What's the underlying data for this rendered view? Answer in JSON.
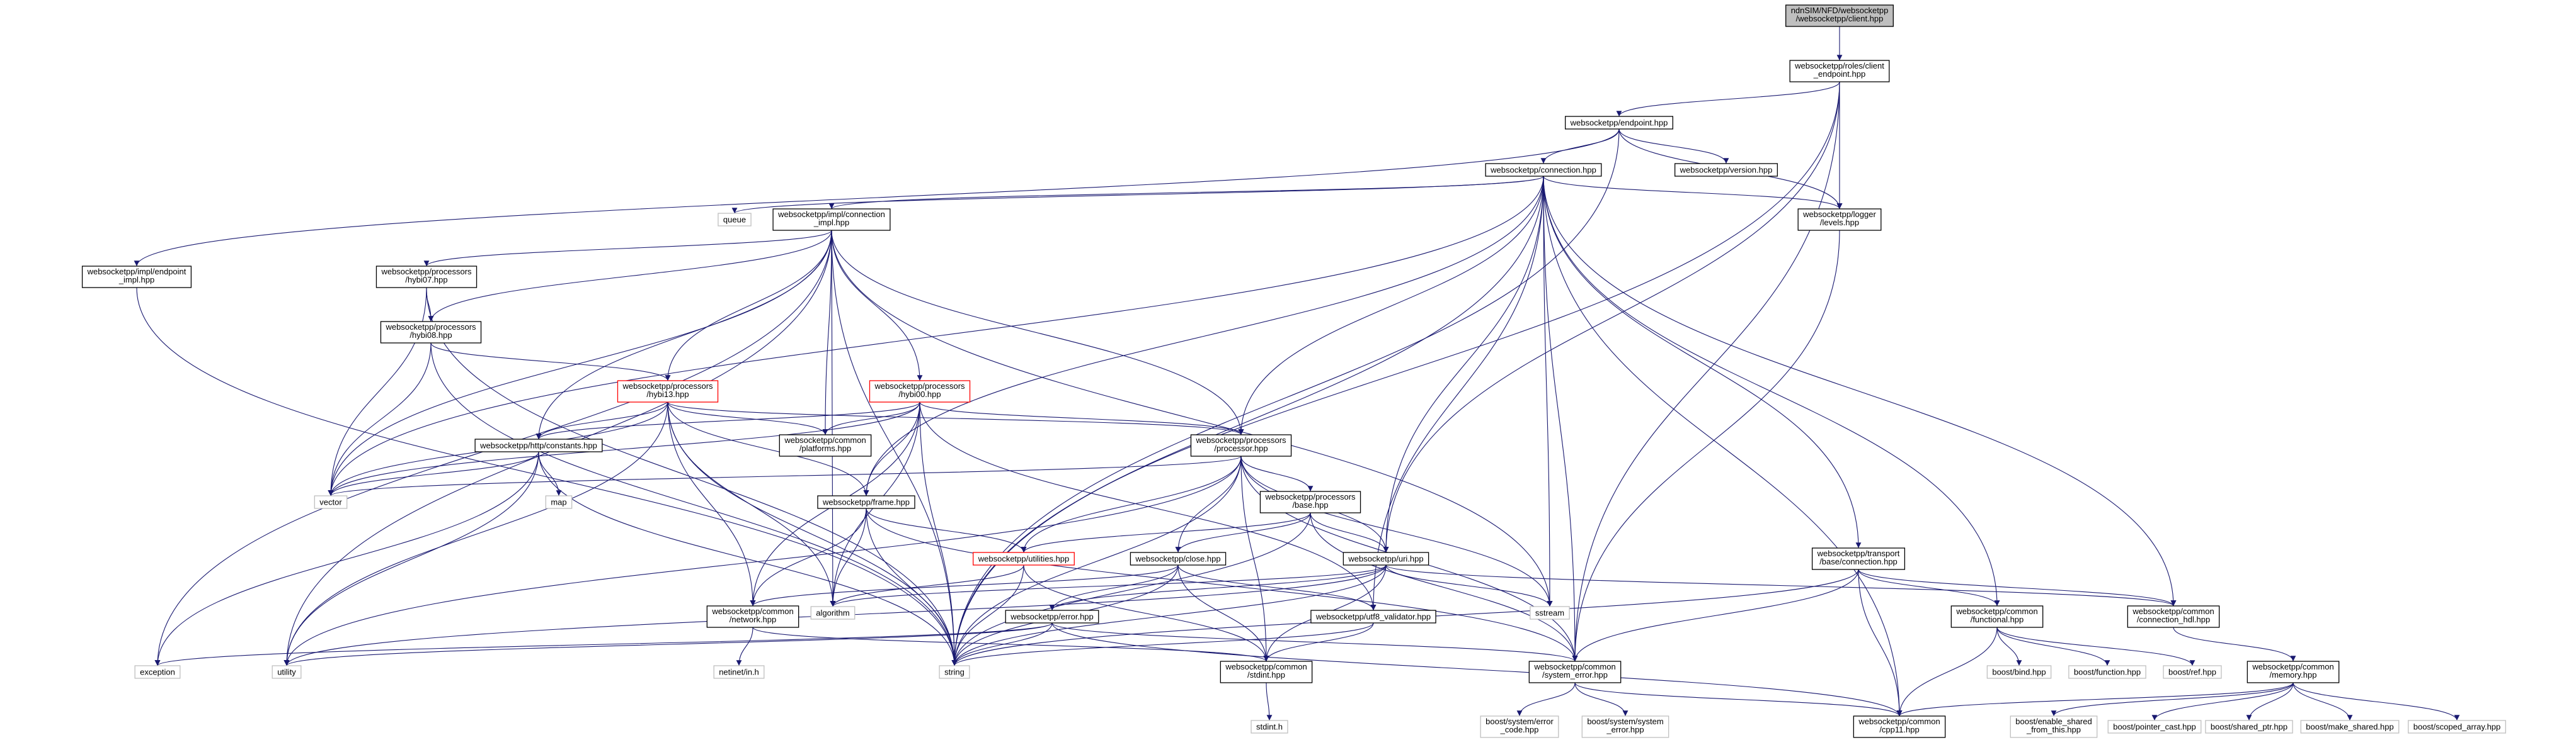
{
  "colors": {
    "edge": "#191970",
    "border_normal": "#000000",
    "border_truncated": "#ff0000",
    "border_external": "#bfbfbf",
    "fill_root": "#bfbfbf",
    "fill_normal": "#ffffff",
    "text_normal": "#000000",
    "text_external": "#000000"
  },
  "graph": {
    "nodes": [
      {
        "id": "root",
        "label": [
          "ndnSIM/NFD/websocketpp",
          "/websocketpp/client.hpp"
        ],
        "kind": "root"
      },
      {
        "id": "client_endpoint",
        "label": [
          "websocketpp/roles/client",
          "_endpoint.hpp"
        ],
        "kind": "normal"
      },
      {
        "id": "endpoint",
        "label": [
          "websocketpp/endpoint.hpp"
        ],
        "kind": "normal"
      },
      {
        "id": "connection",
        "label": [
          "websocketpp/connection.hpp"
        ],
        "kind": "normal"
      },
      {
        "id": "version",
        "label": [
          "websocketpp/version.hpp"
        ],
        "kind": "normal"
      },
      {
        "id": "queue",
        "label": [
          "queue"
        ],
        "kind": "external"
      },
      {
        "id": "connection_impl",
        "label": [
          "websocketpp/impl/connection",
          "_impl.hpp"
        ],
        "kind": "normal"
      },
      {
        "id": "logger_levels",
        "label": [
          "websocketpp/logger",
          "/levels.hpp"
        ],
        "kind": "normal"
      },
      {
        "id": "endpoint_impl",
        "label": [
          "websocketpp/impl/endpoint",
          "_impl.hpp"
        ],
        "kind": "normal"
      },
      {
        "id": "hybi07",
        "label": [
          "websocketpp/processors",
          "/hybi07.hpp"
        ],
        "kind": "normal"
      },
      {
        "id": "hybi08",
        "label": [
          "websocketpp/processors",
          "/hybi08.hpp"
        ],
        "kind": "normal"
      },
      {
        "id": "hybi13",
        "label": [
          "websocketpp/processors",
          "/hybi13.hpp"
        ],
        "kind": "truncated"
      },
      {
        "id": "hybi00",
        "label": [
          "websocketpp/processors",
          "/hybi00.hpp"
        ],
        "kind": "truncated"
      },
      {
        "id": "http_constants",
        "label": [
          "websocketpp/http/constants.hpp"
        ],
        "kind": "normal"
      },
      {
        "id": "platforms",
        "label": [
          "websocketpp/common",
          "/platforms.hpp"
        ],
        "kind": "normal"
      },
      {
        "id": "processor",
        "label": [
          "websocketpp/processors",
          "/processor.hpp"
        ],
        "kind": "normal"
      },
      {
        "id": "vector",
        "label": [
          "vector"
        ],
        "kind": "external"
      },
      {
        "id": "map",
        "label": [
          "map"
        ],
        "kind": "external"
      },
      {
        "id": "frame",
        "label": [
          "websocketpp/frame.hpp"
        ],
        "kind": "normal"
      },
      {
        "id": "base",
        "label": [
          "websocketpp/processors",
          "/base.hpp"
        ],
        "kind": "normal"
      },
      {
        "id": "utilities",
        "label": [
          "websocketpp/utilities.hpp"
        ],
        "kind": "truncated"
      },
      {
        "id": "close",
        "label": [
          "websocketpp/close.hpp"
        ],
        "kind": "normal"
      },
      {
        "id": "uri",
        "label": [
          "websocketpp/uri.hpp"
        ],
        "kind": "normal"
      },
      {
        "id": "transport_connection",
        "label": [
          "websocketpp/transport",
          "/base/connection.hpp"
        ],
        "kind": "normal"
      },
      {
        "id": "algorithm",
        "label": [
          "algorithm"
        ],
        "kind": "external"
      },
      {
        "id": "sstream",
        "label": [
          "sstream"
        ],
        "kind": "external"
      },
      {
        "id": "common_network",
        "label": [
          "websocketpp/common",
          "/network.hpp"
        ],
        "kind": "normal"
      },
      {
        "id": "error",
        "label": [
          "websocketpp/error.hpp"
        ],
        "kind": "normal"
      },
      {
        "id": "utf8_validator",
        "label": [
          "websocketpp/utf8_validator.hpp"
        ],
        "kind": "normal"
      },
      {
        "id": "common_functional",
        "label": [
          "websocketpp/common",
          "/functional.hpp"
        ],
        "kind": "normal"
      },
      {
        "id": "common_connection_hdl",
        "label": [
          "websocketpp/common",
          "/connection_hdl.hpp"
        ],
        "kind": "normal"
      },
      {
        "id": "exception",
        "label": [
          "exception"
        ],
        "kind": "external"
      },
      {
        "id": "utility",
        "label": [
          "utility"
        ],
        "kind": "external"
      },
      {
        "id": "string",
        "label": [
          "string"
        ],
        "kind": "external"
      },
      {
        "id": "netinet_in",
        "label": [
          "netinet/in.h"
        ],
        "kind": "external"
      },
      {
        "id": "common_stdint",
        "label": [
          "websocketpp/common",
          "/stdint.hpp"
        ],
        "kind": "normal"
      },
      {
        "id": "common_system_error",
        "label": [
          "websocketpp/common",
          "/system_error.hpp"
        ],
        "kind": "normal"
      },
      {
        "id": "boost_bind",
        "label": [
          "boost/bind.hpp"
        ],
        "kind": "external"
      },
      {
        "id": "boost_function",
        "label": [
          "boost/function.hpp"
        ],
        "kind": "external"
      },
      {
        "id": "boost_ref",
        "label": [
          "boost/ref.hpp"
        ],
        "kind": "external"
      },
      {
        "id": "common_memory",
        "label": [
          "websocketpp/common",
          "/memory.hpp"
        ],
        "kind": "normal"
      },
      {
        "id": "stdint_h",
        "label": [
          "stdint.h"
        ],
        "kind": "external"
      },
      {
        "id": "boost_error_code",
        "label": [
          "boost/system/error",
          "_code.hpp"
        ],
        "kind": "external"
      },
      {
        "id": "boost_system_error",
        "label": [
          "boost/system/system",
          "_error.hpp"
        ],
        "kind": "external"
      },
      {
        "id": "common_cpp11",
        "label": [
          "websocketpp/common",
          "/cpp11.hpp"
        ],
        "kind": "normal"
      },
      {
        "id": "boost_enable_shared",
        "label": [
          "boost/enable_shared",
          "_from_this.hpp"
        ],
        "kind": "external"
      },
      {
        "id": "boost_pointer_cast",
        "label": [
          "boost/pointer_cast.hpp"
        ],
        "kind": "external"
      },
      {
        "id": "boost_shared_ptr",
        "label": [
          "boost/shared_ptr.hpp"
        ],
        "kind": "external"
      },
      {
        "id": "boost_make_shared",
        "label": [
          "boost/make_shared.hpp"
        ],
        "kind": "external"
      },
      {
        "id": "boost_scoped_array",
        "label": [
          "boost/scoped_array.hpp"
        ],
        "kind": "external"
      }
    ],
    "edges": [
      [
        "root",
        "client_endpoint"
      ],
      [
        "client_endpoint",
        "endpoint"
      ],
      [
        "client_endpoint",
        "logger_levels"
      ],
      [
        "client_endpoint",
        "uri"
      ],
      [
        "client_endpoint",
        "common_system_error"
      ],
      [
        "client_endpoint",
        "string"
      ],
      [
        "endpoint",
        "connection"
      ],
      [
        "endpoint",
        "version"
      ],
      [
        "endpoint",
        "logger_levels"
      ],
      [
        "endpoint",
        "endpoint_impl"
      ],
      [
        "endpoint",
        "string"
      ],
      [
        "connection",
        "queue"
      ],
      [
        "connection",
        "connection_impl"
      ],
      [
        "connection",
        "logger_levels"
      ],
      [
        "connection",
        "processor"
      ],
      [
        "connection",
        "frame"
      ],
      [
        "connection",
        "uri"
      ],
      [
        "connection",
        "transport_connection"
      ],
      [
        "connection",
        "common_functional"
      ],
      [
        "connection",
        "common_connection_hdl"
      ],
      [
        "connection",
        "sstream"
      ],
      [
        "connection",
        "vector"
      ],
      [
        "connection",
        "string"
      ],
      [
        "connection",
        "common_cpp11"
      ],
      [
        "connection",
        "common_system_error"
      ],
      [
        "connection",
        "utf8_validator"
      ],
      [
        "connection_impl",
        "hybi07"
      ],
      [
        "connection_impl",
        "hybi08"
      ],
      [
        "connection_impl",
        "hybi13"
      ],
      [
        "connection_impl",
        "hybi00"
      ],
      [
        "connection_impl",
        "processor"
      ],
      [
        "connection_impl",
        "platforms"
      ],
      [
        "connection_impl",
        "http_constants"
      ],
      [
        "connection_impl",
        "algorithm"
      ],
      [
        "connection_impl",
        "exception"
      ],
      [
        "connection_impl",
        "sstream"
      ],
      [
        "connection_impl",
        "string"
      ],
      [
        "connection_impl",
        "utility"
      ],
      [
        "connection_impl",
        "vector"
      ],
      [
        "endpoint_impl",
        "string"
      ],
      [
        "hybi07",
        "hybi08"
      ],
      [
        "hybi07",
        "vector"
      ],
      [
        "hybi07",
        "string"
      ],
      [
        "hybi08",
        "hybi13"
      ],
      [
        "hybi08",
        "vector"
      ],
      [
        "hybi08",
        "string"
      ],
      [
        "hybi13",
        "http_constants"
      ],
      [
        "hybi13",
        "platforms"
      ],
      [
        "hybi13",
        "processor"
      ],
      [
        "hybi13",
        "frame"
      ],
      [
        "hybi13",
        "common_network"
      ],
      [
        "hybi13",
        "algorithm"
      ],
      [
        "hybi13",
        "string"
      ],
      [
        "hybi13",
        "utility"
      ],
      [
        "hybi13",
        "vector"
      ],
      [
        "hybi00",
        "http_constants"
      ],
      [
        "hybi00",
        "platforms"
      ],
      [
        "hybi00",
        "processor"
      ],
      [
        "hybi00",
        "frame"
      ],
      [
        "hybi00",
        "utf8_validator"
      ],
      [
        "hybi00",
        "common_network"
      ],
      [
        "hybi00",
        "algorithm"
      ],
      [
        "hybi00",
        "string"
      ],
      [
        "hybi00",
        "vector"
      ],
      [
        "http_constants",
        "vector"
      ],
      [
        "http_constants",
        "map"
      ],
      [
        "http_constants",
        "exception"
      ],
      [
        "http_constants",
        "utility"
      ],
      [
        "http_constants",
        "string"
      ],
      [
        "processor",
        "base"
      ],
      [
        "processor",
        "close"
      ],
      [
        "processor",
        "uri"
      ],
      [
        "processor",
        "utilities"
      ],
      [
        "processor",
        "common_stdint"
      ],
      [
        "processor",
        "common_system_error"
      ],
      [
        "processor",
        "sstream"
      ],
      [
        "processor",
        "string"
      ],
      [
        "processor",
        "utility"
      ],
      [
        "processor",
        "vector"
      ],
      [
        "frame",
        "utilities"
      ],
      [
        "frame",
        "common_network"
      ],
      [
        "frame",
        "algorithm"
      ],
      [
        "frame",
        "string"
      ],
      [
        "frame",
        "common_system_error"
      ],
      [
        "base",
        "utilities"
      ],
      [
        "base",
        "close"
      ],
      [
        "base",
        "uri"
      ],
      [
        "base",
        "common_system_error"
      ],
      [
        "base",
        "string"
      ],
      [
        "utilities",
        "algorithm"
      ],
      [
        "utilities",
        "string"
      ],
      [
        "utilities",
        "common_stdint"
      ],
      [
        "close",
        "error"
      ],
      [
        "close",
        "utf8_validator"
      ],
      [
        "close",
        "common_network"
      ],
      [
        "close",
        "common_stdint"
      ],
      [
        "close",
        "string"
      ],
      [
        "uri",
        "error"
      ],
      [
        "uri",
        "algorithm"
      ],
      [
        "uri",
        "sstream"
      ],
      [
        "uri",
        "string"
      ],
      [
        "uri",
        "utility"
      ],
      [
        "uri",
        "common_stdint"
      ],
      [
        "uri",
        "common_connection_hdl"
      ],
      [
        "transport_connection",
        "common_functional"
      ],
      [
        "transport_connection",
        "common_connection_hdl"
      ],
      [
        "transport_connection",
        "common_cpp11"
      ],
      [
        "transport_connection",
        "common_system_error"
      ],
      [
        "transport_connection",
        "string"
      ],
      [
        "common_network",
        "netinet_in"
      ],
      [
        "common_network",
        "common_stdint"
      ],
      [
        "error",
        "exception"
      ],
      [
        "error",
        "string"
      ],
      [
        "error",
        "utility"
      ],
      [
        "error",
        "common_cpp11"
      ],
      [
        "error",
        "common_system_error"
      ],
      [
        "utf8_validator",
        "common_stdint"
      ],
      [
        "utf8_validator",
        "string"
      ],
      [
        "common_functional",
        "boost_bind"
      ],
      [
        "common_functional",
        "boost_function"
      ],
      [
        "common_functional",
        "boost_ref"
      ],
      [
        "common_functional",
        "common_cpp11"
      ],
      [
        "common_connection_hdl",
        "common_memory"
      ],
      [
        "common_memory",
        "common_cpp11"
      ],
      [
        "common_memory",
        "boost_enable_shared"
      ],
      [
        "common_memory",
        "boost_pointer_cast"
      ],
      [
        "common_memory",
        "boost_shared_ptr"
      ],
      [
        "common_memory",
        "boost_make_shared"
      ],
      [
        "common_memory",
        "boost_scoped_array"
      ],
      [
        "common_stdint",
        "stdint_h"
      ],
      [
        "common_system_error",
        "boost_error_code"
      ],
      [
        "common_system_error",
        "boost_system_error"
      ],
      [
        "common_system_error",
        "common_cpp11"
      ],
      [
        "logger_levels",
        "common_system_error"
      ]
    ]
  }
}
